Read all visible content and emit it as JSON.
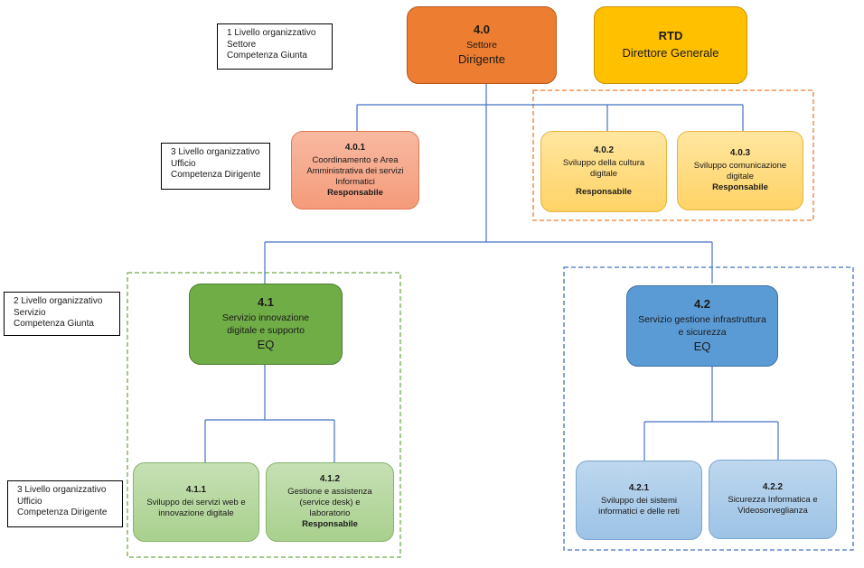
{
  "legends": {
    "top": [
      "1 Livello organizzativo",
      "Settore",
      "Competenza Giunta"
    ],
    "upper_third": [
      "3 Livello organizzativo",
      "Ufficio",
      "Competenza Dirigente"
    ],
    "second": [
      "2 Livello organizzativo",
      "Servizio",
      "Competenza Giunta"
    ],
    "lower_third": [
      "3 Livello organizzativo",
      "Ufficio",
      "Competenza Dirigente"
    ]
  },
  "nodes": {
    "n40": {
      "code": "4.0",
      "lines": [
        "Settore",
        "Dirigente"
      ]
    },
    "rtd": {
      "code": "RTD",
      "lines": [
        "Direttore Generale"
      ]
    },
    "n401": {
      "code": "4.0.1",
      "lines": [
        "Coordinamento e Area",
        "Amministrativa dei servizi",
        "Informatici"
      ],
      "role": "Responsabile"
    },
    "n402": {
      "code": "4.0.2",
      "lines": [
        "Sviluppo della cultura",
        "digitale"
      ],
      "role": "Responsabile"
    },
    "n403": {
      "code": "4.0.3",
      "lines": [
        "Sviluppo comunicazione",
        "digitale"
      ],
      "role": "Responsabile"
    },
    "n41": {
      "code": "4.1",
      "lines": [
        "Servizio innovazione",
        "digitale e supporto"
      ],
      "level": "EQ"
    },
    "n42": {
      "code": "4.2",
      "lines": [
        "Servizio  gestione infrastruttura",
        "e sicurezza"
      ],
      "level": "EQ"
    },
    "n411": {
      "code": "4.1.1",
      "lines": [
        "Sviluppo dei servizi web e",
        "innovazione digitale"
      ]
    },
    "n412": {
      "code": "4.1.2",
      "lines": [
        "Gestione e assistenza",
        "(service desk) e",
        "laboratorio"
      ],
      "role": "Responsabile"
    },
    "n421": {
      "code": "4.2.1",
      "lines": [
        "Sviluppo dei sistemi",
        "informatici e delle reti"
      ]
    },
    "n422": {
      "code": "4.2.2",
      "lines": [
        "Sicurezza Informatica e",
        "Videosorveglianza"
      ]
    }
  },
  "colors": {
    "connector": "#4472c4",
    "staff_group_border": "#ed7d31",
    "service_41_border": "#70ad47",
    "service_42_border": "#4472c4"
  }
}
